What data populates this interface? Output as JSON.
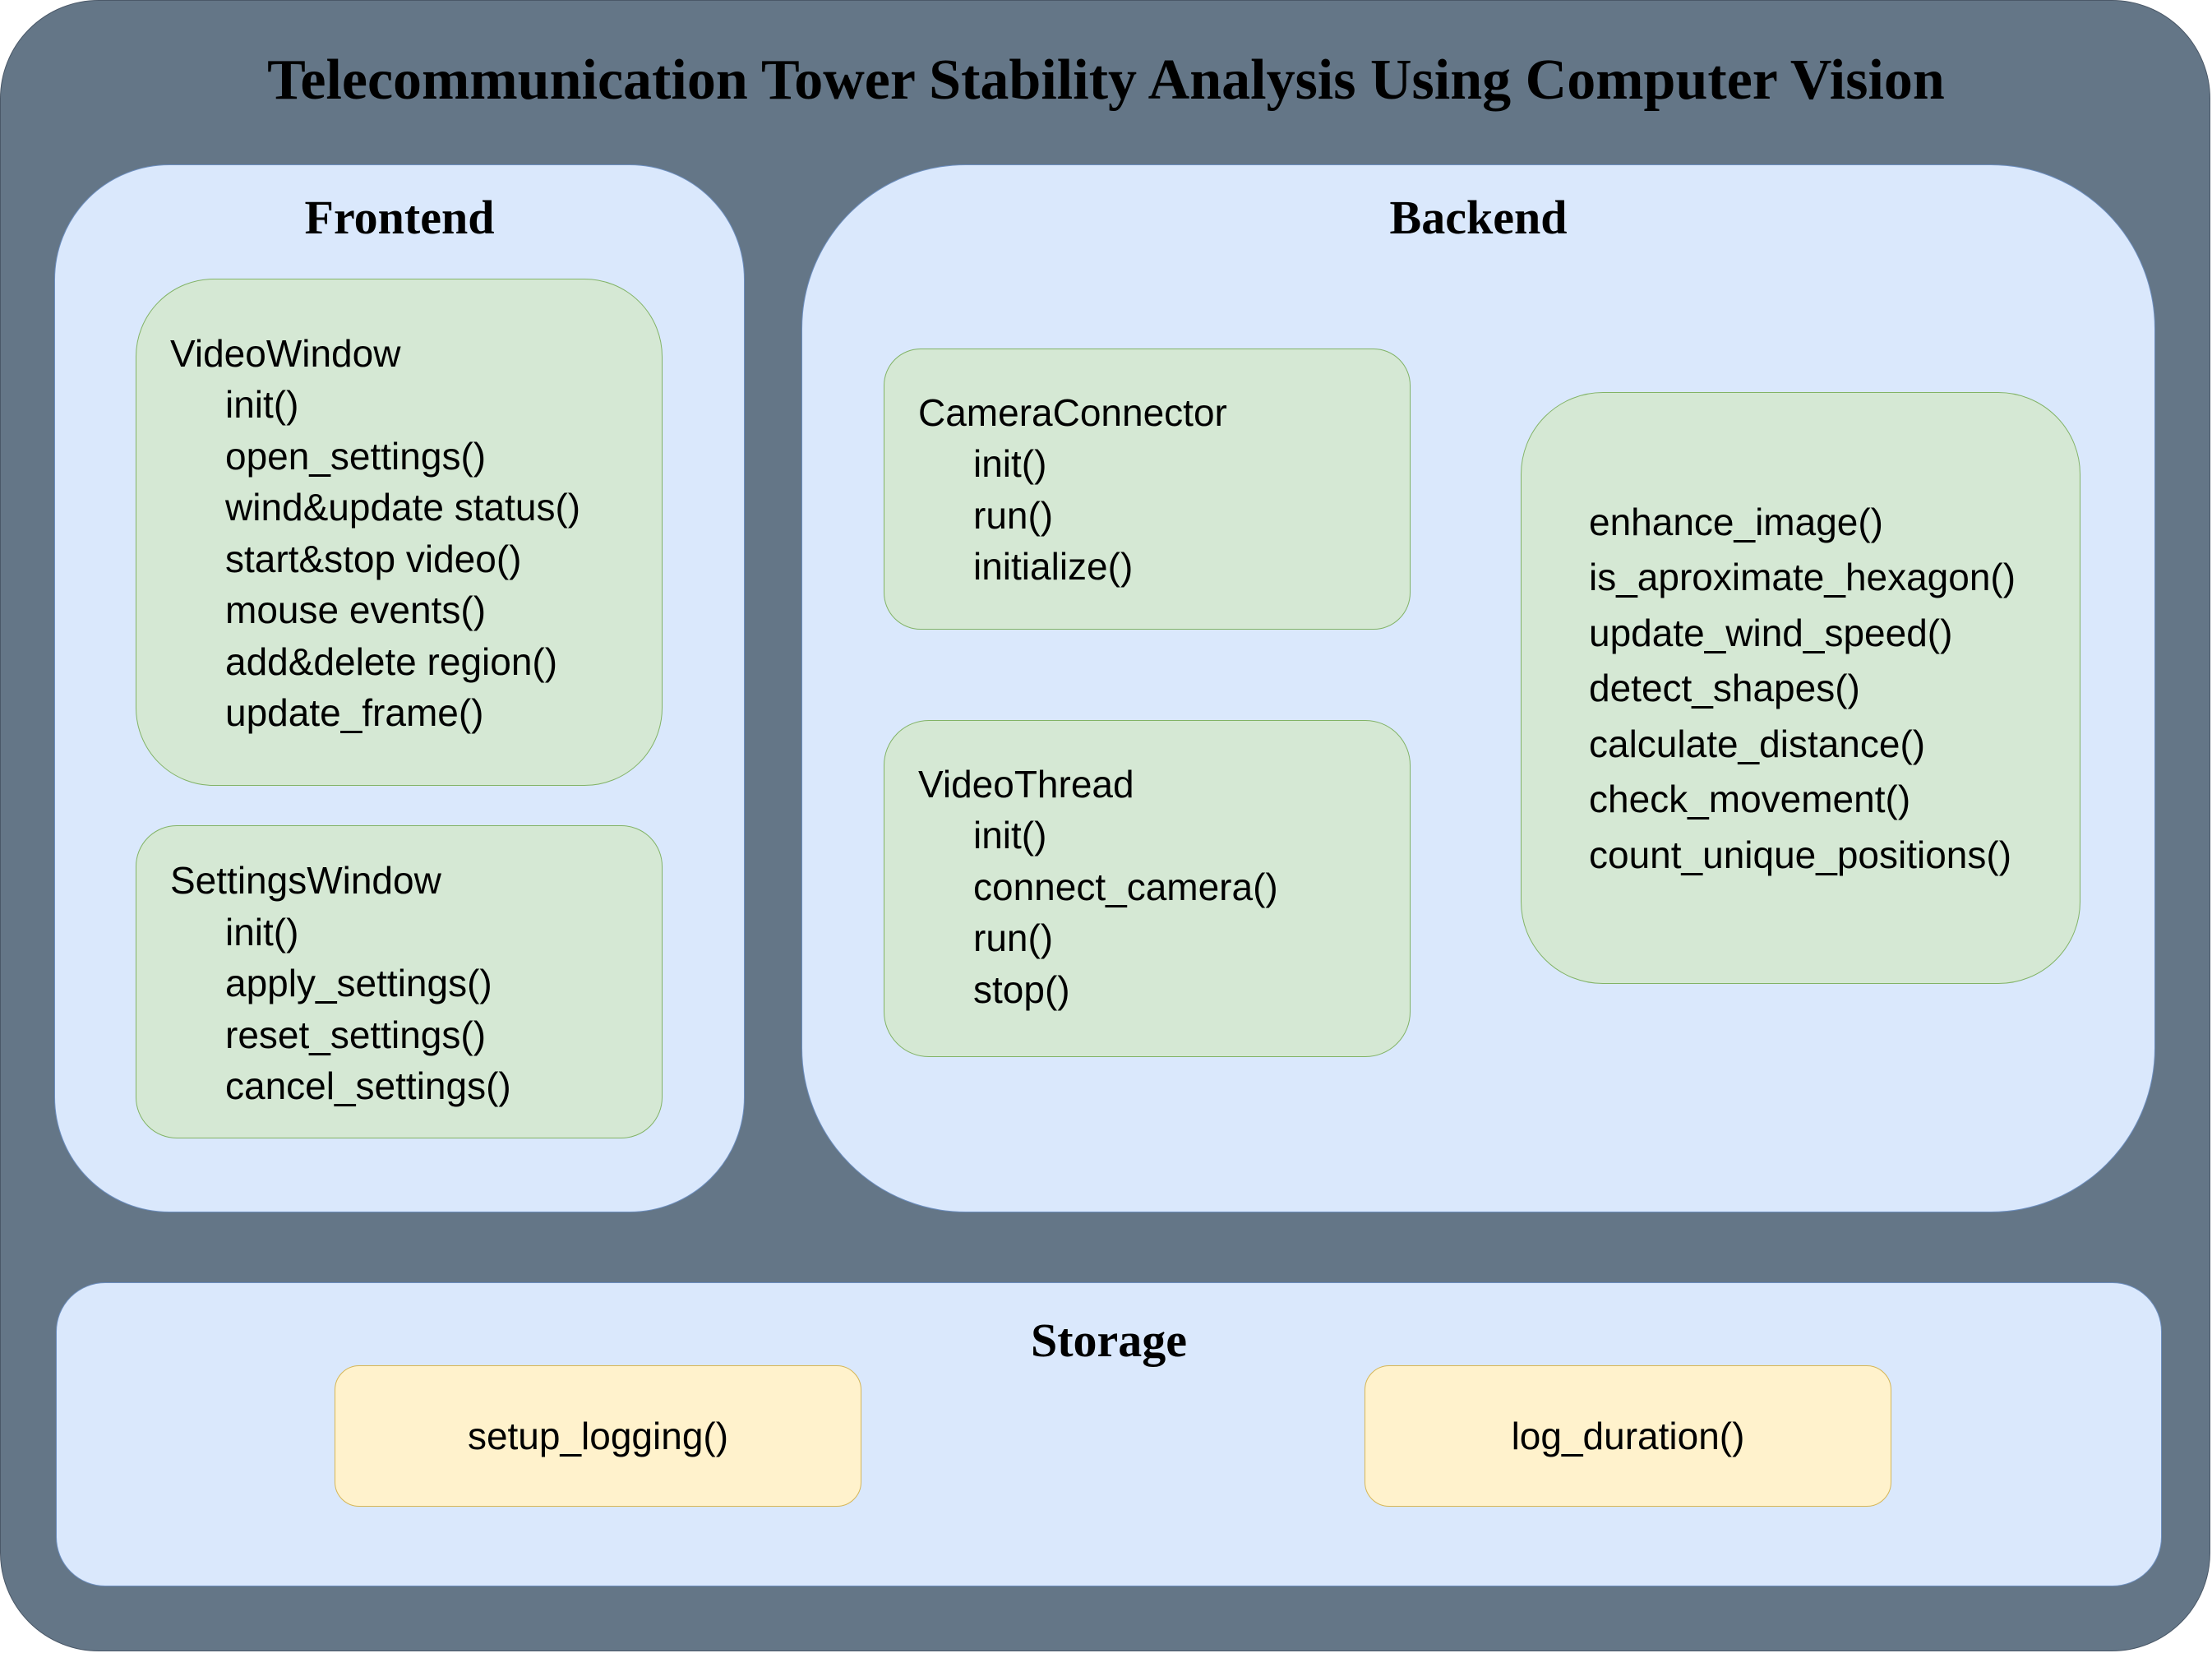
{
  "title": "Telecommunication Tower Stability Analysis Using Computer Vision",
  "frontend": {
    "title": "Frontend",
    "video_window": {
      "name": "VideoWindow",
      "methods": [
        "init()",
        "open_settings()",
        "wind&update status()",
        "start&stop video()",
        "mouse events()",
        "add&delete region()",
        "update_frame()"
      ]
    },
    "settings_window": {
      "name": "SettingsWindow",
      "methods": [
        "init()",
        "apply_settings()",
        "reset_settings()",
        "cancel_settings()"
      ]
    }
  },
  "backend": {
    "title": "Backend",
    "camera_connector": {
      "name": "CameraConnector",
      "methods": [
        "init()",
        "run()",
        "initialize()"
      ]
    },
    "video_thread": {
      "name": "VideoThread",
      "methods": [
        "init()",
        "connect_camera()",
        "run()",
        "stop()"
      ]
    },
    "processing": {
      "methods": [
        "enhance_image()",
        "is_aproximate_hexagon()",
        "update_wind_speed()",
        "detect_shapes()",
        "calculate_distance()",
        "check_movement()",
        "count_unique_positions()"
      ]
    }
  },
  "storage": {
    "title": "Storage",
    "functions": [
      "setup_logging()",
      "log_duration()"
    ]
  },
  "colors": {
    "frame": "#647687",
    "panel": "#dae8fc",
    "class_box": "#d5e8d4",
    "storage_box": "#fff2cc"
  }
}
